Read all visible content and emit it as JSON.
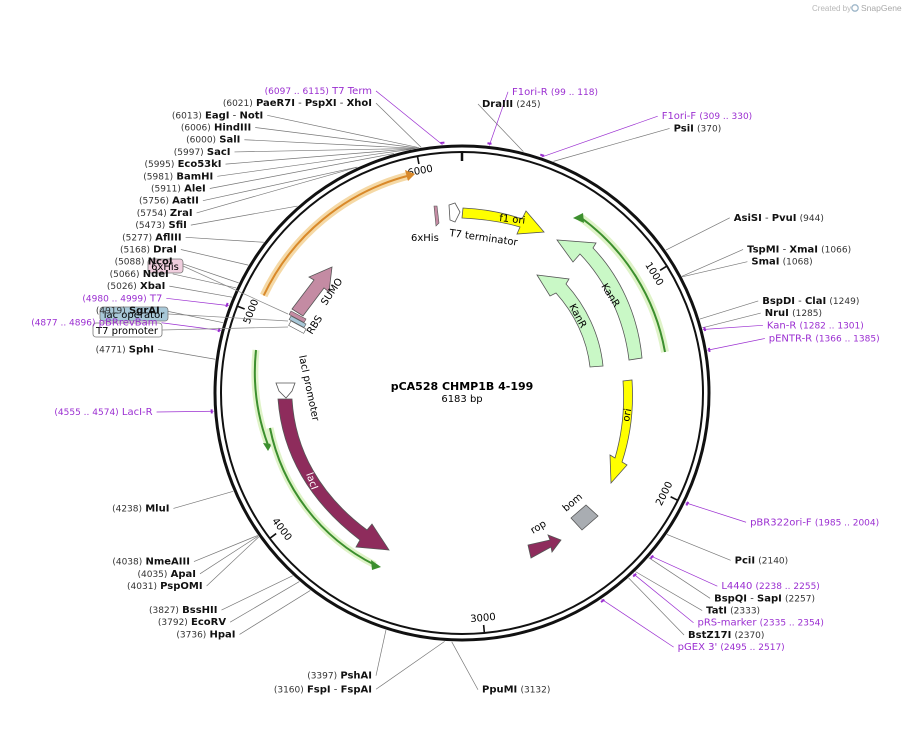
{
  "brand": {
    "created": "Created by",
    "name": "SnapGene"
  },
  "plasmid": {
    "name": "pCA528 CHMP1B 4-199",
    "length": "6183 bp",
    "length_num": 6183
  },
  "ticks": [
    {
      "label": "1000",
      "pos": 1000
    },
    {
      "label": "2000",
      "pos": 2000
    },
    {
      "label": "3000",
      "pos": 3000
    },
    {
      "label": "4000",
      "pos": 4000
    },
    {
      "label": "5000",
      "pos": 5000
    },
    {
      "label": "6000",
      "pos": 6000
    }
  ],
  "sites": [
    {
      "name": "PaeR7I",
      "name2": "PspXI",
      "name3": "XhoI",
      "coord": "(6021)",
      "side": "L",
      "pos": 6021
    },
    {
      "name": "EagI",
      "name2": "NotI",
      "coord": "(6013)",
      "side": "L",
      "pos": 6013
    },
    {
      "name": "HindIII",
      "coord": "(6006)",
      "side": "L",
      "pos": 6006
    },
    {
      "name": "SalI",
      "coord": "(6000)",
      "side": "L",
      "pos": 6000
    },
    {
      "name": "SacI",
      "coord": "(5997)",
      "side": "L",
      "pos": 5997
    },
    {
      "name": "Eco53kI",
      "coord": "(5995)",
      "side": "L",
      "pos": 5995
    },
    {
      "name": "BamHI",
      "coord": "(5981)",
      "side": "L",
      "pos": 5981
    },
    {
      "name": "AleI",
      "coord": "(5911)",
      "side": "L",
      "pos": 5911
    },
    {
      "name": "AatII",
      "coord": "(5756)",
      "side": "L",
      "pos": 5756
    },
    {
      "name": "ZraI",
      "coord": "(5754)",
      "side": "L",
      "pos": 5754
    },
    {
      "name": "SfiI",
      "coord": "(5473)",
      "side": "L",
      "pos": 5473
    },
    {
      "name": "AflIII",
      "coord": "(5277)",
      "side": "L",
      "pos": 5277
    },
    {
      "name": "DraI",
      "coord": "(5168)",
      "side": "L",
      "pos": 5168
    },
    {
      "name": "NcoI",
      "coord": "(5088)",
      "side": "L",
      "pos": 5088
    },
    {
      "name": "NdeI",
      "coord": "(5066)",
      "side": "L",
      "pos": 5066
    },
    {
      "name": "XbaI",
      "coord": "(5026)",
      "side": "L",
      "pos": 5026
    },
    {
      "name": "SgrAI",
      "coord": "(4919)",
      "side": "L",
      "pos": 4919
    },
    {
      "name": "SphI",
      "coord": "(4771)",
      "side": "L",
      "pos": 4771
    },
    {
      "name": "MluI",
      "coord": "(4238)",
      "side": "L",
      "pos": 4238
    },
    {
      "name": "NmeAIII",
      "coord": "(4038)",
      "side": "L",
      "pos": 4038
    },
    {
      "name": "ApaI",
      "coord": "(4035)",
      "side": "L",
      "pos": 4035
    },
    {
      "name": "PspOMI",
      "coord": "(4031)",
      "side": "L",
      "pos": 4031
    },
    {
      "name": "BssHII",
      "coord": "(3827)",
      "side": "L",
      "pos": 3827
    },
    {
      "name": "EcoRV",
      "coord": "(3792)",
      "side": "L",
      "pos": 3792
    },
    {
      "name": "HpaI",
      "coord": "(3736)",
      "side": "L",
      "pos": 3736
    },
    {
      "name": "PshAI",
      "coord": "(3397)",
      "side": "L",
      "pos": 3397
    },
    {
      "name": "FspI",
      "name2": "FspAI",
      "coord": "(3160)",
      "side": "L",
      "pos": 3160
    },
    {
      "name": "PpuMI",
      "coord": "(3132)",
      "side": "R",
      "pos": 3132
    },
    {
      "name": "BstZ17I",
      "coord": "(2370)",
      "side": "R",
      "pos": 2370
    },
    {
      "name": "TatI",
      "coord": "(2333)",
      "side": "R",
      "pos": 2333
    },
    {
      "name": "BspQI",
      "name2": "SapI",
      "coord": "(2257)",
      "side": "R",
      "pos": 2257
    },
    {
      "name": "PciI",
      "coord": "(2140)",
      "side": "R",
      "pos": 2140
    },
    {
      "name": "BspDI",
      "name2": "ClaI",
      "coord": "(1249)",
      "side": "R",
      "pos": 1249
    },
    {
      "name": "NruI",
      "coord": "(1285)",
      "side": "R",
      "pos": 1285
    },
    {
      "name": "TspMI",
      "name2": "XmaI",
      "coord": "(1066)",
      "side": "R",
      "pos": 1066
    },
    {
      "name": "SmaI",
      "coord": "(1068)",
      "side": "R",
      "pos": 1068
    },
    {
      "name": "AsiSI",
      "name2": "PvuI",
      "coord": "(944)",
      "side": "R",
      "pos": 944
    },
    {
      "name": "PsiI",
      "coord": "(370)",
      "side": "R",
      "pos": 370
    },
    {
      "name": "DraIII",
      "coord": "(245)",
      "side": "R",
      "pos": 245
    }
  ],
  "primers": [
    {
      "name": "T7 Term",
      "range": "(6097 .. 6115)",
      "side": "L",
      "pos": 6106
    },
    {
      "name": "F1ori-R",
      "range": "(99 .. 118)",
      "side": "R",
      "pos": 108
    },
    {
      "name": "F1ori-F",
      "range": "(309 .. 330)",
      "side": "R",
      "pos": 320
    },
    {
      "name": "Kan-R",
      "range": "(1282 .. 1301)",
      "side": "R",
      "pos": 1292
    },
    {
      "name": "pENTR-R",
      "range": "(1366 .. 1385)",
      "side": "R",
      "pos": 1376
    },
    {
      "name": "pBR322ori-F",
      "range": "(1985 .. 2004)",
      "side": "R",
      "pos": 1995
    },
    {
      "name": "L4440",
      "range": "(2238 .. 2255)",
      "side": "R",
      "pos": 2247
    },
    {
      "name": "pRS-marker",
      "range": "(2335 .. 2354)",
      "side": "R",
      "pos": 2345
    },
    {
      "name": "pGEX 3'",
      "range": "(2495 .. 2517)",
      "side": "R",
      "pos": 2506
    },
    {
      "name": "T7",
      "range": "(4980 .. 4999)",
      "side": "L",
      "pos": 4990
    },
    {
      "name": "pBRrevBam",
      "range": "(4877 .. 4896)",
      "side": "L",
      "pos": 4887
    },
    {
      "name": "LacI-R",
      "range": "(4555 .. 4574)",
      "side": "L",
      "pos": 4565
    }
  ],
  "features": {
    "sixHisBox": "6xHis",
    "lacOperatorBox": "lac operator",
    "t7PromoterBox": "T7 promoter",
    "sixHisInner": "6xHis",
    "t7term": "T7 terminator",
    "f1ori": "f1 ori",
    "kanr1": "KanR",
    "kanr2": "KanR",
    "ori": "ori",
    "bom": "bom",
    "rop": "rop",
    "laci": "lacI",
    "laciPromoter": "lacI promoter",
    "sumo": "SUMO",
    "rbs": "RBS"
  },
  "colors": {
    "primer": "#9b2fd1",
    "backbone": "#111111",
    "yellow": "#ffff00",
    "kanr": "#c9f8c6",
    "laci": "#8e2c5c",
    "sumo": "#c48ba3",
    "bom": "#a9adb2",
    "orange": "#e89a2c",
    "green": "#3c8f2e",
    "primerbox": "#f3d3e0",
    "lacop": "#a8c8d8"
  }
}
